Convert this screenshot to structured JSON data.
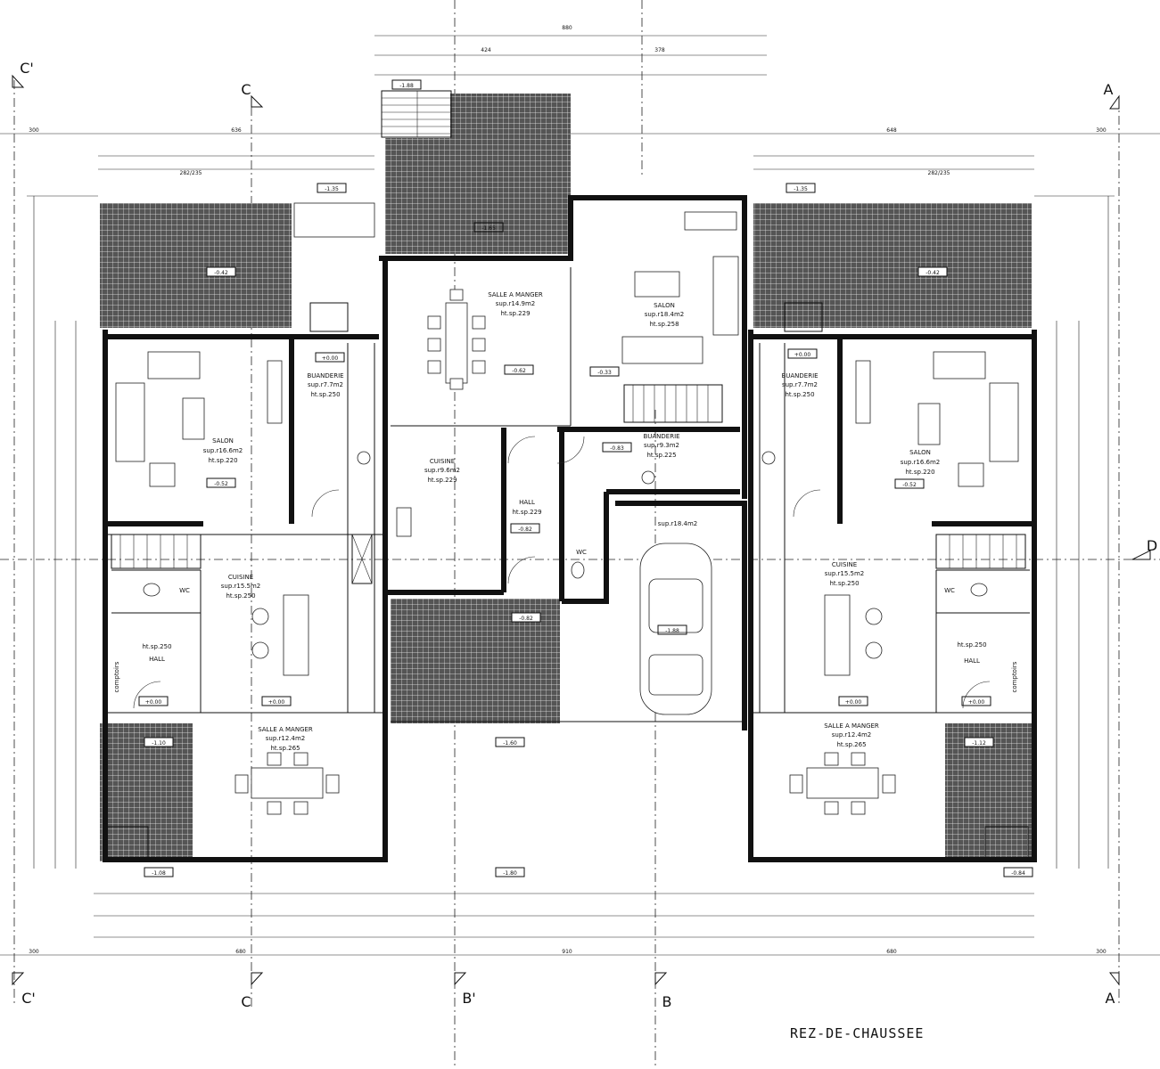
{
  "drawing": {
    "title": "REZ-DE-CHAUSSEE",
    "sections": {
      "a": "A",
      "b": "B",
      "b_prime": "B'",
      "c": "C",
      "c_prime": "C'",
      "d": "D"
    },
    "overall_dims": {
      "top_center": "880",
      "top_left": "424",
      "top_right": "378",
      "bottom_total": "910",
      "left_width": "680",
      "right_width": "680",
      "margin": "300",
      "upper_left": "636",
      "upper_right": "648",
      "opening_left": "282/235",
      "opening_right": "282/235"
    },
    "levels": {
      "entry_stairs": "-1.88",
      "center_terrace": "-1.65",
      "left_terrace": "-0.42",
      "right_terrace": "-0.42",
      "left_top_step": "-1.35",
      "right_top_step": "-1.35",
      "left_salon": "-0.52",
      "right_salon": "-0.52",
      "center_salle": "-0.62",
      "center_salon": "-0.33",
      "buanderie_c": "-0.83",
      "hall_c": "-0.82",
      "garage": "-1.88",
      "left_kitchen": "+0.00",
      "right_kitchen": "+0.00",
      "left_hall": "+0.00",
      "right_hall": "+0.00",
      "left_buanderie": "+0.00",
      "right_buanderie": "+0.00",
      "left_bottom": "-1.10",
      "right_bottom": "-1.12",
      "bottom_left": "-1.08",
      "bottom_right": "-0.84",
      "bottom_center": "-1.80",
      "center_court": "-1.60",
      "center_lower": "-0.82"
    },
    "rooms": {
      "left_salon": {
        "name": "SALON",
        "area": "sup.r16.6m2",
        "height": "ht.sp.220"
      },
      "left_buanderie": {
        "name": "BUANDERIE",
        "area": "sup.r7.7m2",
        "height": "ht.sp.250"
      },
      "left_cuisine": {
        "name": "CUISINE",
        "area": "sup.r15.5m2",
        "height": "ht.sp.250"
      },
      "left_hall": {
        "name": "HALL",
        "height": "ht.sp.250"
      },
      "left_wc": {
        "name": "WC"
      },
      "left_comptoir": {
        "name": "comptoirs"
      },
      "left_salle": {
        "name": "SALLE A MANGER",
        "area": "sup.r12.4m2",
        "height": "ht.sp.265"
      },
      "center_salle": {
        "name": "SALLE A MANGER",
        "area": "sup.r14.9m2",
        "height": "ht.sp.229"
      },
      "center_salon": {
        "name": "SALON",
        "area": "sup.r18.4m2",
        "height": "ht.sp.258"
      },
      "center_cuisine": {
        "name": "CUISINE",
        "area": "sup.r9.6m2",
        "height": "ht.sp.229"
      },
      "center_buanderie": {
        "name": "BUANDERIE",
        "area": "sup.r9.3m2",
        "height": "ht.sp.225"
      },
      "center_hall": {
        "name": "HALL",
        "height": "ht.sp.229"
      },
      "center_wc": {
        "name": "WC"
      },
      "garage": {
        "area": "sup.r18.4m2"
      },
      "right_salon": {
        "name": "SALON",
        "area": "sup.r16.6m2",
        "height": "ht.sp.220"
      },
      "right_buanderie": {
        "name": "BUANDERIE",
        "area": "sup.r7.7m2",
        "height": "ht.sp.250"
      },
      "right_cuisine": {
        "name": "CUISINE",
        "area": "sup.r15.5m2",
        "height": "ht.sp.250"
      },
      "right_hall": {
        "name": "HALL",
        "height": "ht.sp.250"
      },
      "right_wc": {
        "name": "WC"
      },
      "right_comptoir": {
        "name": "comptoirs"
      },
      "right_salle": {
        "name": "SALLE A MANGER",
        "area": "sup.r12.4m2",
        "height": "ht.sp.265"
      }
    }
  }
}
